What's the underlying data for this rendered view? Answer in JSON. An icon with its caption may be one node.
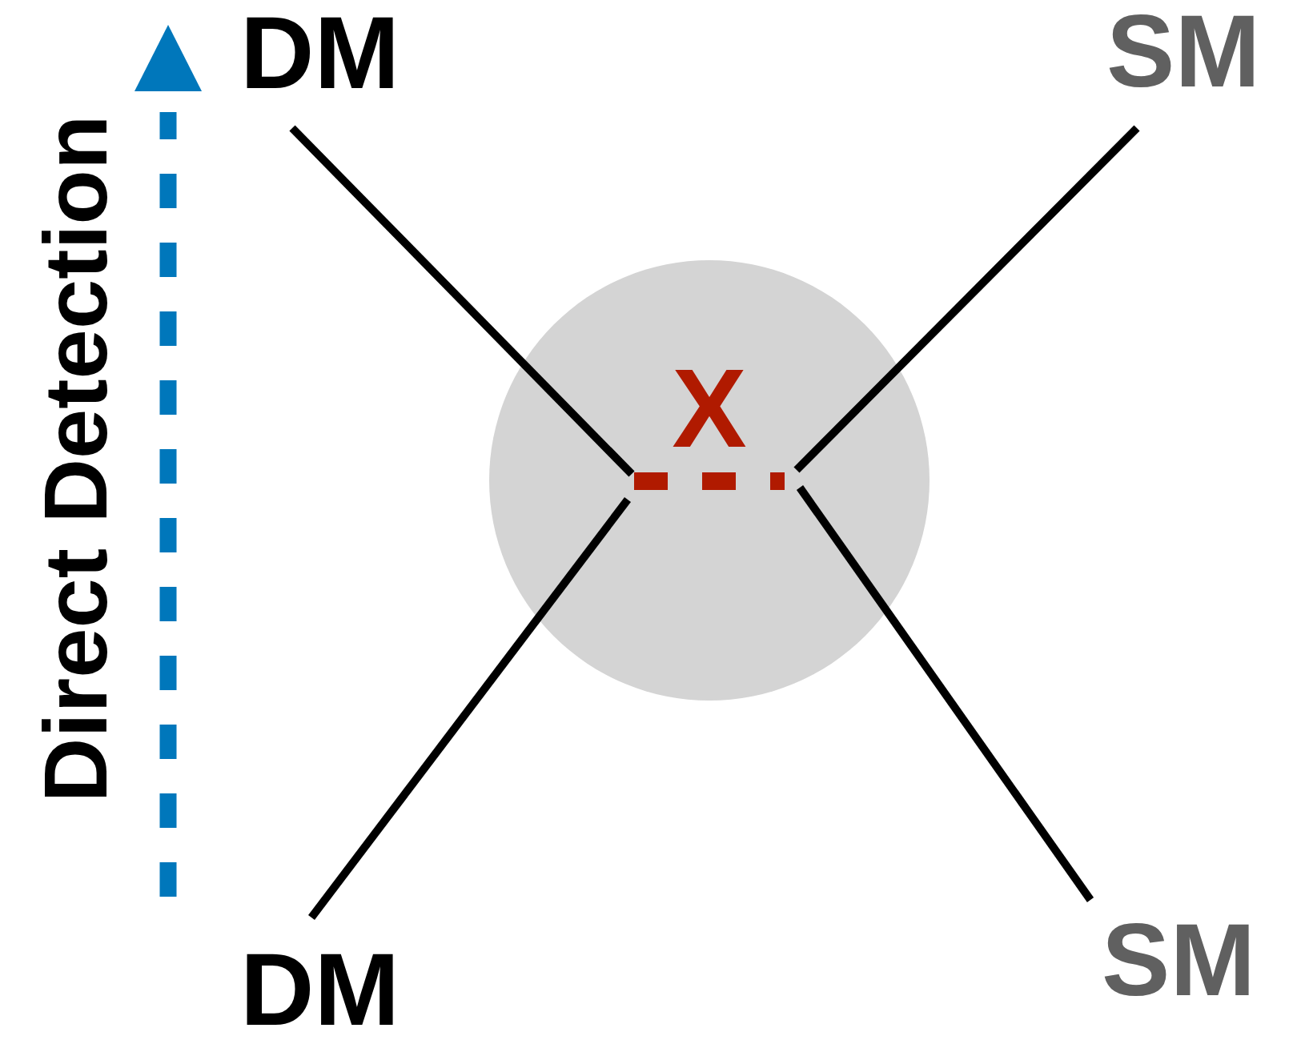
{
  "diagram": {
    "nodes": [
      {
        "text": [
          "DM"
        ]
      },
      {
        "text": [
          "SM"
        ]
      },
      {
        "text": [
          "X"
        ]
      },
      {
        "text": [
          "DM"
        ]
      },
      {
        "text": [
          "SM"
        ]
      }
    ],
    "edges": [
      {
        "from": 0,
        "to": 2,
        "arrow": "none"
      },
      {
        "from": 1,
        "to": 2,
        "arrow": "none"
      },
      {
        "from": 3,
        "to": 2,
        "arrow": "none"
      },
      {
        "from": 4,
        "to": 2,
        "arrow": "none"
      }
    ],
    "labels": [
      "Direct Detection"
    ]
  }
}
